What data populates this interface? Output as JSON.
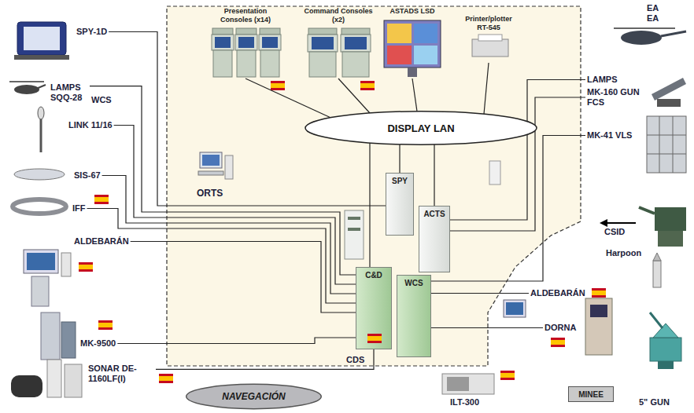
{
  "diagram": {
    "nodes": [
      {
        "text": [
          "Presentation Consoles (x14)"
        ]
      },
      {
        "text": [
          "Command Consoles (x2)"
        ]
      },
      {
        "text": [
          "ASTADS LSD"
        ]
      },
      {
        "text": [
          "Printer/plotter RT-545"
        ]
      },
      {
        "text": [
          "DISPLAY LAN"
        ]
      },
      {
        "text": [
          "SPY"
        ]
      },
      {
        "text": [
          "ACTS"
        ]
      },
      {
        "text": [
          "C&D"
        ]
      },
      {
        "text": [
          "WCS"
        ]
      },
      {
        "text": [
          "SPY-1D"
        ]
      },
      {
        "text": [
          "LAMPS SQQ-28"
        ]
      },
      {
        "text": [
          "LINK 11/16"
        ]
      },
      {
        "text": [
          "SIS-67"
        ]
      },
      {
        "text": [
          "IFF"
        ]
      },
      {
        "text": [
          "ALDEBARÁN"
        ]
      },
      {
        "text": [
          "MK-9500"
        ]
      },
      {
        "text": [
          "SONAR DE-1160LF(I)"
        ]
      },
      {
        "text": [
          "NAVEGACIÓN"
        ]
      },
      {
        "text": [
          "LAMPS"
        ]
      },
      {
        "text": [
          "MK-160 GUN FCS"
        ]
      },
      {
        "text": [
          "MK-41 VLS"
        ]
      },
      {
        "text": [
          "ALDEBARÁN"
        ]
      },
      {
        "text": [
          "DORNA"
        ]
      },
      {
        "text": [
          "MINEE"
        ]
      }
    ],
    "edges": [
      {
        "from": 0,
        "to": 4,
        "arrow": "none"
      },
      {
        "from": 1,
        "to": 4,
        "arrow": "none"
      },
      {
        "from": 2,
        "to": 4,
        "arrow": "none"
      },
      {
        "from": 3,
        "to": 4,
        "arrow": "none"
      },
      {
        "from": 4,
        "to": 5,
        "arrow": "none"
      },
      {
        "from": 4,
        "to": 6,
        "arrow": "none"
      },
      {
        "from": 4,
        "to": 7,
        "arrow": "none"
      },
      {
        "from": 9,
        "to": 5,
        "arrow": "none"
      },
      {
        "from": 10,
        "to": 7,
        "arrow": "none"
      },
      {
        "from": 11,
        "to": 7,
        "arrow": "none"
      },
      {
        "from": 12,
        "to": 7,
        "arrow": "none"
      },
      {
        "from": 13,
        "to": 7,
        "arrow": "none"
      },
      {
        "from": 14,
        "to": 7,
        "arrow": "none"
      },
      {
        "from": 15,
        "to": 7,
        "arrow": "none"
      },
      {
        "from": 16,
        "to": 7,
        "arrow": "none"
      },
      {
        "from": 18,
        "to": 6,
        "arrow": "none"
      },
      {
        "from": 19,
        "to": 6,
        "arrow": "none"
      },
      {
        "from": 20,
        "to": 8,
        "arrow": "none"
      },
      {
        "from": 21,
        "to": 8,
        "arrow": "none"
      },
      {
        "from": 22,
        "to": 8,
        "arrow": "none"
      }
    ],
    "labels": [
      "EA",
      "EA",
      "WCS",
      "ORTS",
      "CSID",
      "Harpoon",
      "CDS",
      "ILT-300",
      "5\" GUN"
    ]
  }
}
